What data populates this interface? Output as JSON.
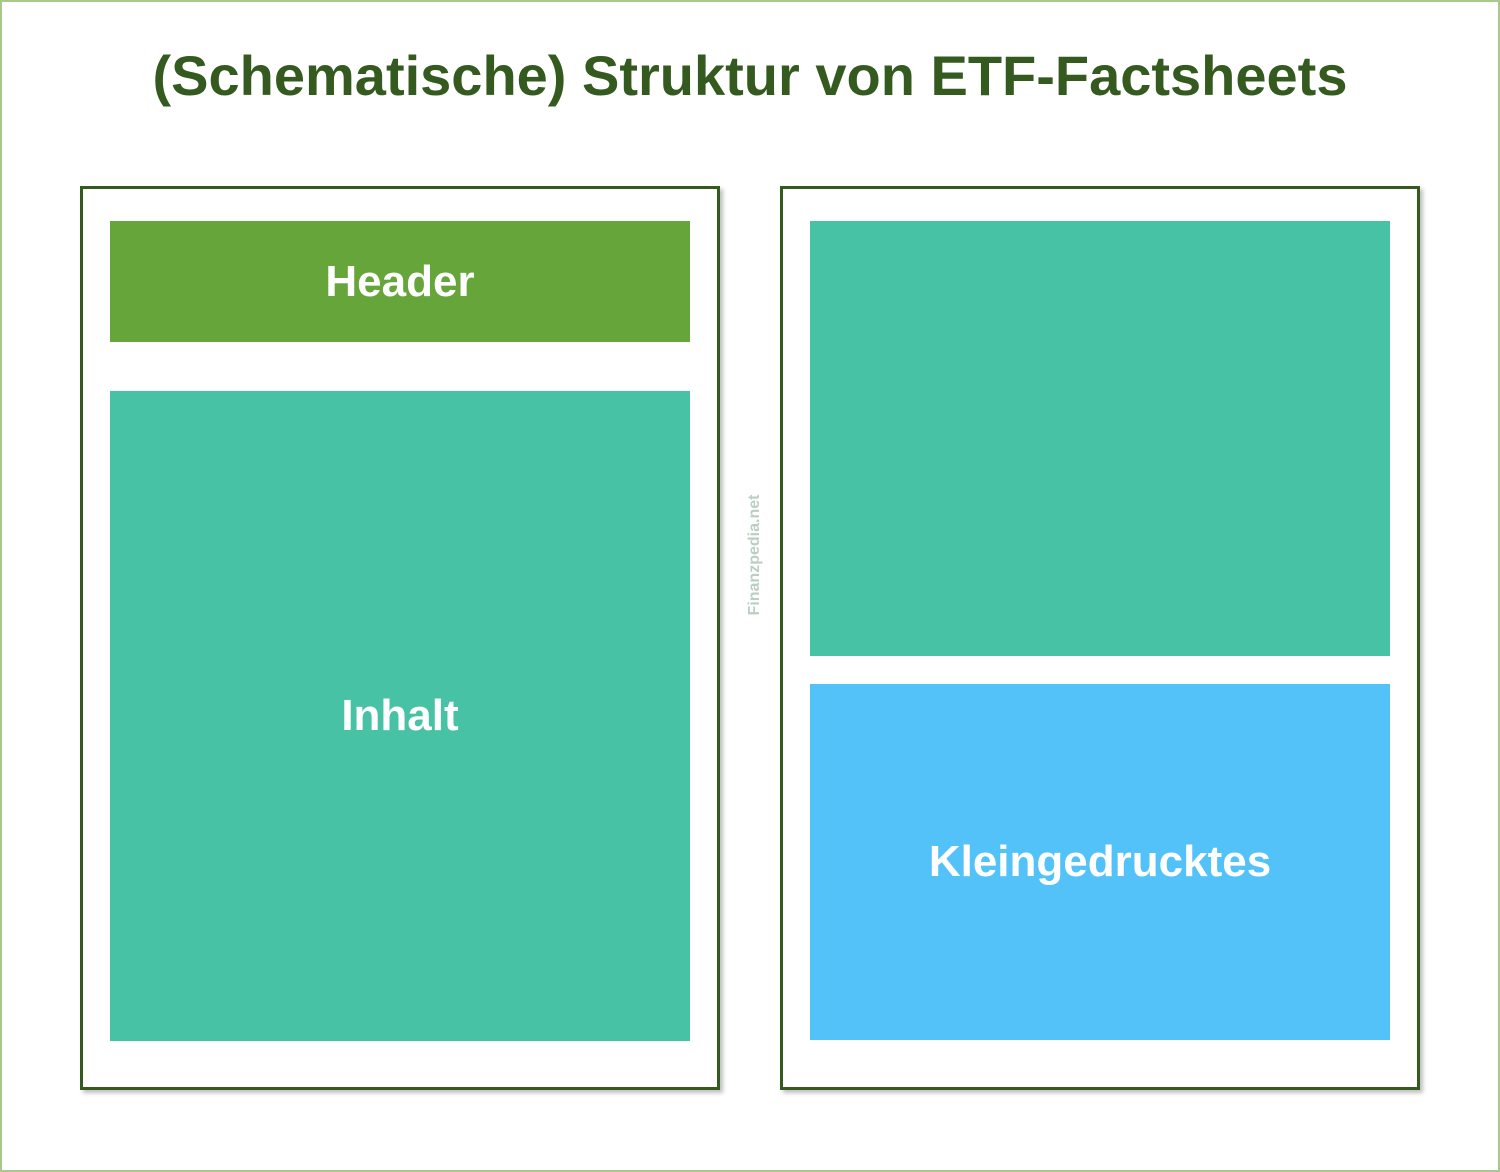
{
  "title": "(Schematische) Struktur von ETF-Factsheets",
  "watermark": "Finanzpedia.net",
  "colors": {
    "title": "#345a1f",
    "panel_border": "#345a1f",
    "header_block": "#66a539",
    "content_block": "#47c2a5",
    "fineprint_block": "#52c2f8",
    "outer_border": "#a9c98c"
  },
  "pages": [
    {
      "name": "page-1",
      "blocks": [
        {
          "label": "Header",
          "color": "#66a539"
        },
        {
          "label": "Inhalt",
          "color": "#47c2a5"
        }
      ]
    },
    {
      "name": "page-2",
      "blocks": [
        {
          "label": "",
          "color": "#47c2a5"
        },
        {
          "label": "Kleingedrucktes",
          "color": "#52c2f8"
        }
      ]
    }
  ]
}
